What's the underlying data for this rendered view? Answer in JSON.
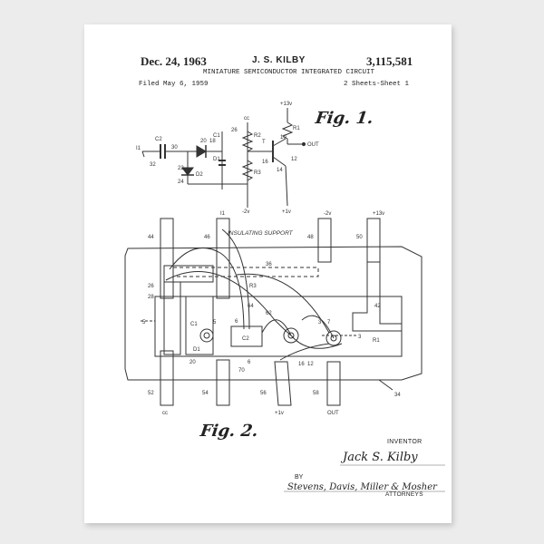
{
  "header": {
    "date": "Dec. 24, 1963",
    "inventor_name": "J. S. KILBY",
    "patent_number": "3,115,581",
    "title": "MINIATURE SEMICONDUCTOR INTEGRATED CIRCUIT",
    "filed": "Filed May 6, 1959",
    "sheets": "2 Sheets-Sheet 1"
  },
  "figures": {
    "fig1_label": "Fig. 1.",
    "fig2_label": "Fig. 2."
  },
  "fig1_labels": {
    "cc": "cc",
    "plus13v": "+13v",
    "minus2v": "-2v",
    "plus1v": "+1v",
    "out": "OUT",
    "i1": "I1",
    "c2": "C2",
    "c1": "C1",
    "d1": "D1",
    "d2": "D2",
    "r1": "R1",
    "r2": "R2",
    "r3": "R3",
    "t": "T",
    "n30": "30",
    "n32": "32",
    "n20": "20",
    "n18": "18",
    "n22": "22",
    "n24": "24",
    "n16": "16",
    "n14": "14",
    "n12": "12",
    "n10": "10",
    "n26": "26"
  },
  "fig2_labels": {
    "insulating_support": "INSULATING SUPPORT",
    "i1": "I1",
    "minus2v": "-2v",
    "plus13v": "+13v",
    "cc": "cc",
    "plus1v": "+1v",
    "out": "OUT",
    "n44": "44",
    "n46": "46",
    "n48": "48",
    "n50": "50",
    "n36": "36",
    "r3": "R3",
    "n26": "26",
    "n28": "28",
    "n64": "64",
    "n62": "62",
    "n5": "5",
    "c1": "C1",
    "c2": "C2",
    "n6": "6",
    "d1": "D1",
    "n7": "7",
    "r1": "R1",
    "n3": "3",
    "n42": "42",
    "n20": "20",
    "n70": "70",
    "n52": "52",
    "n54": "54",
    "n56": "56",
    "n58": "58",
    "n34": "34",
    "n12": "12",
    "n16": "16"
  },
  "signatures": {
    "inventor_label": "INVENTOR",
    "inventor_signature": "Jack S. Kilby",
    "by_label": "BY",
    "attorneys_signature": "Stevens, Davis, Miller & Mosher",
    "attorneys_label": "ATTORNEYS"
  }
}
